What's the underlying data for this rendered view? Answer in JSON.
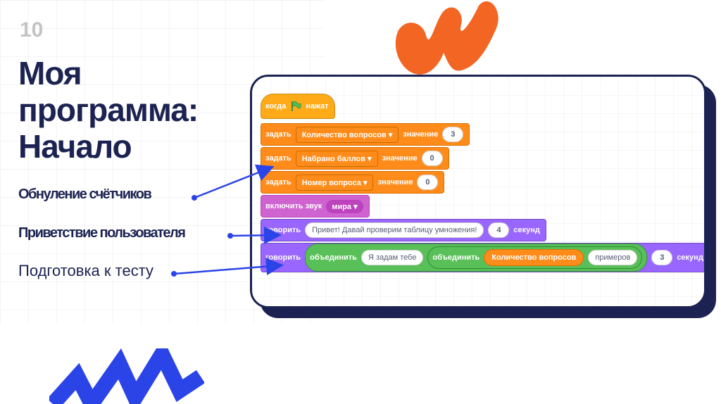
{
  "slide": {
    "number": "10",
    "title_lines": [
      "Моя",
      "программа:",
      "Начало"
    ],
    "annotations": [
      "Обнуление счётчиков",
      "Приветствие пользователя",
      "Подготовка к тесту"
    ]
  },
  "colors": {
    "navy": "#1c2352",
    "orange_shape": "#f26522",
    "blue_shape": "#2b44e8",
    "arrow": "#2b44e8"
  },
  "code": {
    "hat": {
      "label1": "когда",
      "icon": "green-flag-icon",
      "label2": "нажат"
    },
    "set_blocks": [
      {
        "label": "задать",
        "variable": "Количество вопросов",
        "value_label": "значение",
        "value": "3"
      },
      {
        "label": "задать",
        "variable": "Набрано баллов",
        "value_label": "значение",
        "value": "0"
      },
      {
        "label": "задать",
        "variable": "Номер вопроса",
        "value_label": "значение",
        "value": "0"
      }
    ],
    "sound": {
      "label": "включить звук",
      "sound": "мира"
    },
    "say1": {
      "label": "говорить",
      "text": "Привет! Давай проверим таблицу умножения!",
      "secs": "4",
      "secs_label": "секунд"
    },
    "say2": {
      "label": "говорить",
      "join1_label": "объединить",
      "join1_text": "Я задам тебе",
      "join2_label": "объединить",
      "join2_var": "Количество вопросов",
      "join2_text": "примеров",
      "secs": "3",
      "secs_label": "секунд"
    }
  }
}
